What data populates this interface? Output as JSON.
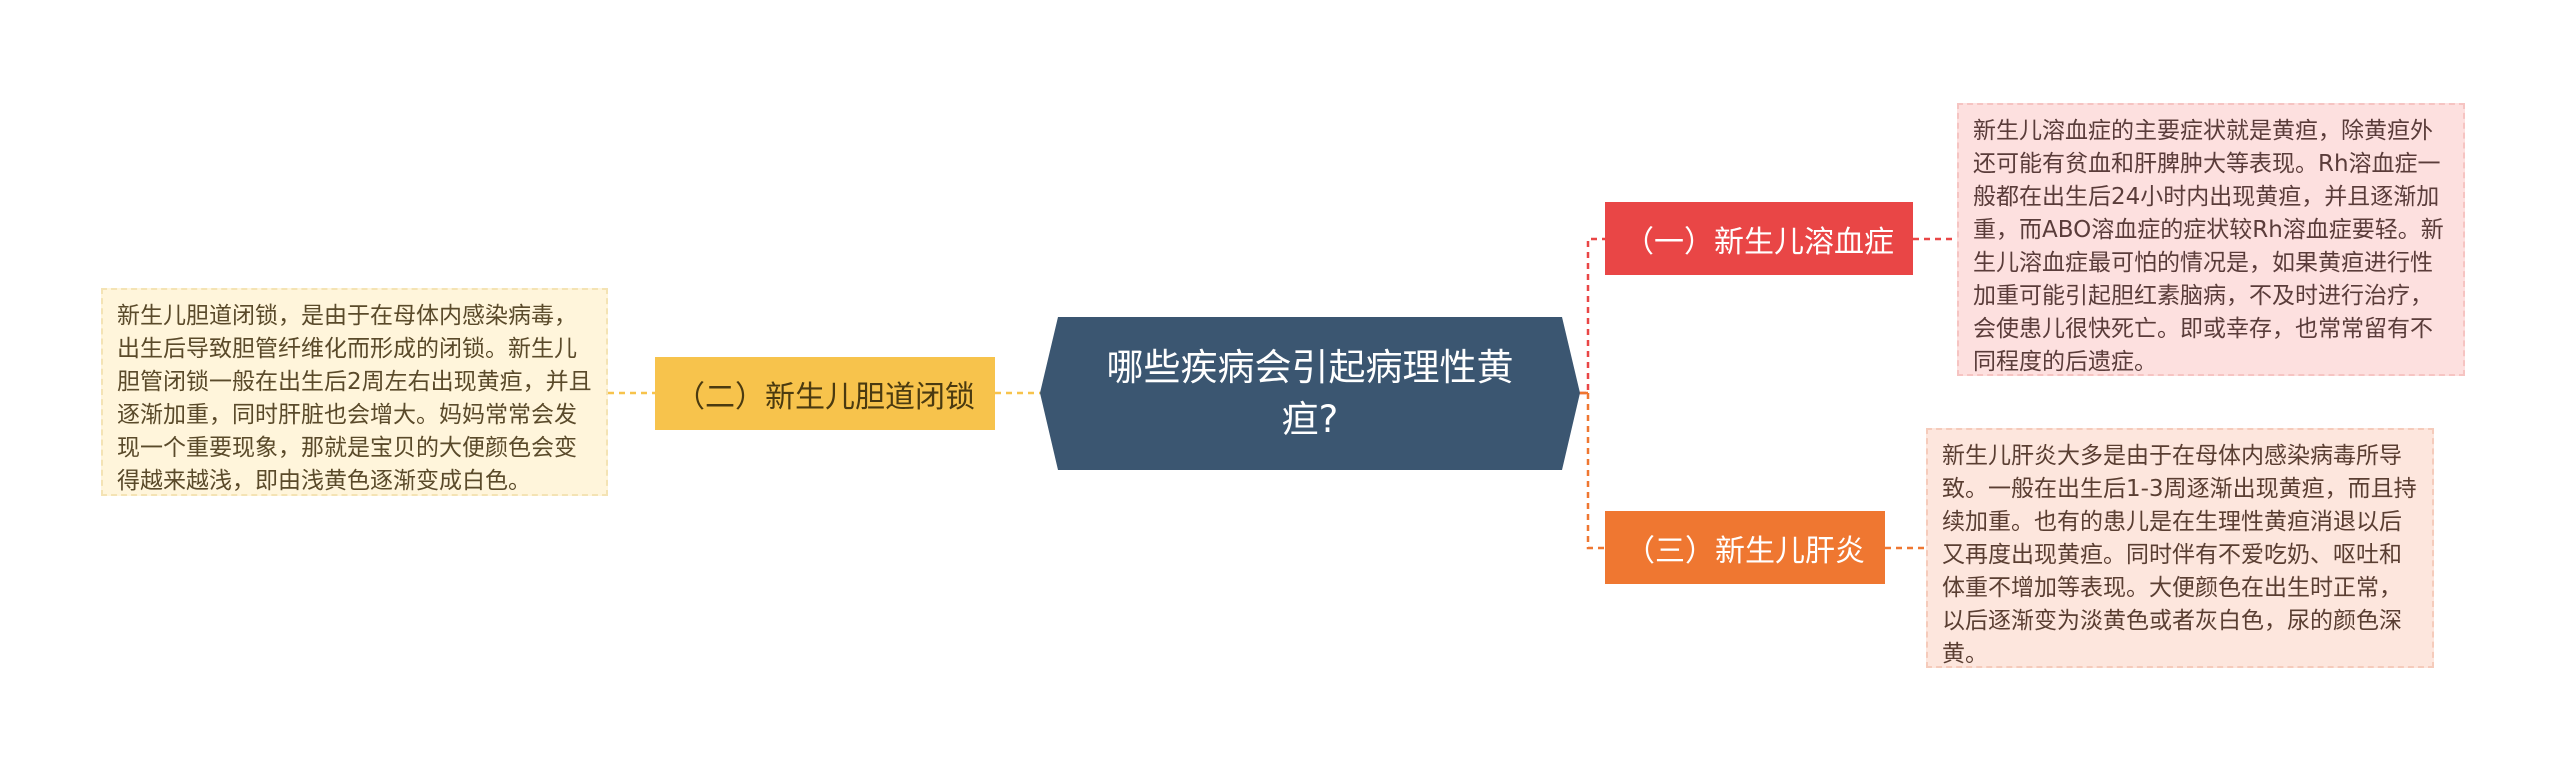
{
  "root": {
    "title": "哪些疾病会引起病理性黄疸?"
  },
  "branches": [
    {
      "label": "（一）新生儿溶血症",
      "note": "新生儿溶血症的主要症状就是黄疸，除黄疸外还可能有贫血和肝脾肿大等表现。Rh溶血症一般都在出生后24小时内出现黄疸，并且逐渐加重，而ABO溶血症的症状较Rh溶血症要轻。新生儿溶血症最可怕的情况是，如果黄疸进行性加重可能引起胆红素脑病，不及时进行治疗，会使患儿很快死亡。即或幸存，也常常留有不同程度的后遗症。"
    },
    {
      "label": "（二）新生儿胆道闭锁",
      "note": "新生儿胆道闭锁，是由于在母体内感染病毒，出生后导致胆管纤维化而形成的闭锁。新生儿胆管闭锁一般在出生后2周左右出现黄疸，并且逐渐加重，同时肝脏也会增大。妈妈常常会发现一个重要现象，那就是宝贝的大便颜色会变得越来越浅，即由浅黄色逐渐变成白色。"
    },
    {
      "label": "（三）新生儿肝炎",
      "note": "新生儿肝炎大多是由于在母体内感染病毒所导致。一般在出生后1-3周逐渐出现黄疸，而且持续加重。也有的患儿是在生理性黄疸消退以后又再度出现黄疸。同时伴有不爱吃奶、呕吐和体重不增加等表现。大便颜色在出生时正常，以后逐渐变为淡黄色或者灰白色，尿的颜色深黄。"
    }
  ],
  "colors": {
    "root": "#3b5671",
    "branch1": "#e94646",
    "branch2": "#f7c34c",
    "branch3": "#ef7731"
  }
}
